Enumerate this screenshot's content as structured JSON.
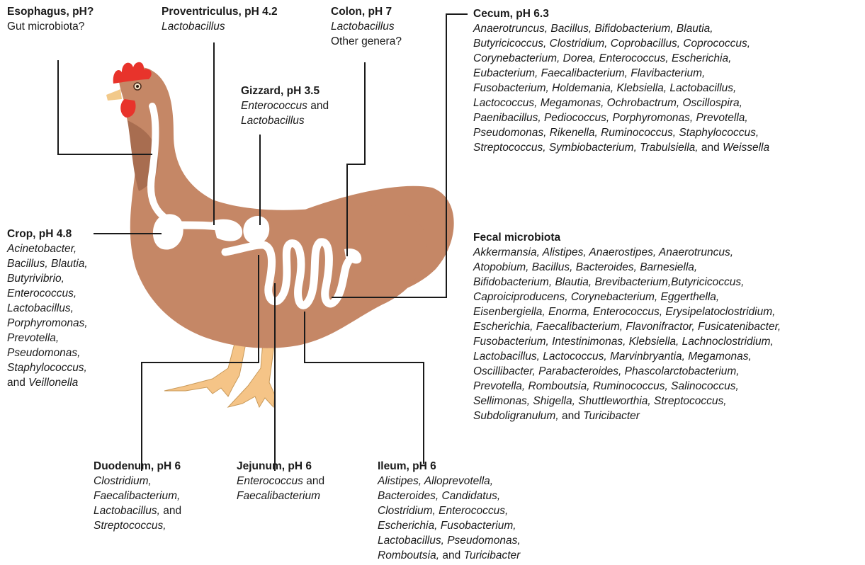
{
  "colors": {
    "body": "#c58766",
    "body_dark": "#a86d50",
    "comb": "#e8332b",
    "beak": "#f2c98a",
    "feet": "#f5c487",
    "gut": "#ffffff",
    "line": "#1a1a1a",
    "text": "#1a1a1a"
  },
  "icons": [
    "chicken-illustration",
    "digestive-tract"
  ],
  "labels": {
    "esophagus": {
      "title": "Esophagus, pH?",
      "body": "Gut microbiota?"
    },
    "proventriculus": {
      "title": "Proventriculus, pH 4.2",
      "body": "Lactobacillus"
    },
    "colon": {
      "title": "Colon, pH 7",
      "body": "Lactobacillus",
      "body2": "Other genera?"
    },
    "gizzard": {
      "title": "Gizzard, pH 3.5",
      "line1_a": "Enterococcus",
      "line1_b": " and",
      "line2": "Lactobacillus"
    },
    "cecum": {
      "title": "Cecum, pH 6.3",
      "lines": [
        "Anaerotruncus, Bacillus, Bifidobacterium, Blautia,",
        "Butyricicoccus, Clostridium, Coprobacillus, Coprococcus,",
        "Corynebacterium, Dorea, Enterococcus, Escherichia,",
        "Eubacterium, Faecalibacterium, Flavibacterium,",
        "Fusobacterium, Holdemania, Klebsiella, Lactobacillus,",
        "Lactococcus, Megamonas, Ochrobactrum, Oscillospira,",
        "Paenibacillus, Pediococcus, Porphyromonas, Prevotella,",
        "Pseudomonas, Rikenella, Ruminococcus, Staphylococcus,"
      ],
      "last_a": "Streptococcus, Symbiobacterium, Trabulsiella,",
      "last_b": " and ",
      "last_c": "Weissella"
    },
    "crop": {
      "title": "Crop, pH 4.8",
      "lines": [
        "Acinetobacter,",
        "Bacillus, Blautia,",
        "Butyrivibrio,",
        "Enterococcus,",
        "Lactobacillus,",
        "Porphyromonas,",
        "Prevotella,",
        "Pseudomonas,",
        "Staphylococcus,"
      ],
      "last_a": "and ",
      "last_b": "Veillonella"
    },
    "fecal": {
      "title": "Fecal microbiota",
      "lines": [
        "Akkermansia, Alistipes, Anaerostipes, Anaerotruncus,",
        "Atopobium, Bacillus, Bacteroides, Barnesiella,",
        "Bifidobacterium, Blautia, Brevibacterium,Butyricicoccus,",
        "Caproiciproducens, Corynebacterium, Eggerthella,",
        "Eisenbergiella, Enorma, Enterococcus, Erysipelatoclostridium,",
        "Escherichia,  Faecalibacterium, Flavonifractor, Fusicatenibacter,",
        "Fusobacterium, Intestinimonas, Klebsiella, Lachnoclostridium,",
        "Lactobacillus, Lactococcus, Marvinbryantia, Megamonas,",
        "Oscillibacter, Parabacteroides, Phascolarctobacterium,",
        "Prevotella, Romboutsia, Ruminococcus, Salinococcus,",
        "Sellimonas, Shigella, Shuttleworthia, Streptococcus,"
      ],
      "last_a": "Subdoligranulum,",
      "last_b": " and ",
      "last_c": "Turicibacter"
    },
    "duodenum": {
      "title": "Duodenum, pH 6",
      "lines": [
        "Clostridium,",
        "Faecalibacterium,"
      ],
      "line3_a": "Lactobacillus,",
      "line3_b": " and",
      "line4": "Streptococcus,"
    },
    "jejunum": {
      "title": "Jejunum, pH 6",
      "line1_a": "Enterococcus",
      "line1_b": " and",
      "line2": "Faecalibacterium"
    },
    "ileum": {
      "title": "Ileum, pH 6",
      "lines": [
        "Alistipes, Alloprevotella,",
        "Bacteroides, Candidatus,",
        "Clostridium, Enterococcus,",
        "Escherichia, Fusobacterium,",
        "Lactobacillus, Pseudomonas,"
      ],
      "last_a": "Romboutsia,",
      "last_b": " and ",
      "last_c": "Turicibacter"
    }
  }
}
